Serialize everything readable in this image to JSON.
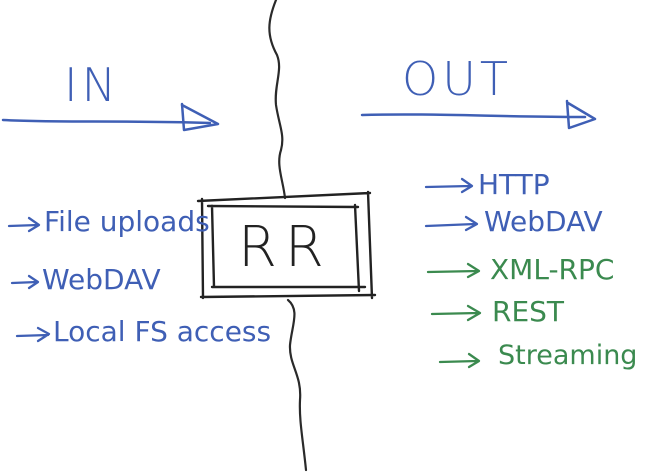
{
  "diagram": {
    "center_box": {
      "label": "RR"
    },
    "input_side": {
      "heading": "IN",
      "items": [
        {
          "label": "File uploads",
          "color": "#3f5fb5"
        },
        {
          "label": "WebDAV",
          "color": "#3f5fb5"
        },
        {
          "label": "Local FS access",
          "color": "#3f5fb5"
        }
      ]
    },
    "output_side": {
      "heading": "OUT",
      "items": [
        {
          "label": "HTTP",
          "color": "#3f5fb5"
        },
        {
          "label": "WebDAV",
          "color": "#3f5fb5"
        },
        {
          "label": "XML-RPC",
          "color": "#3b8a4f"
        },
        {
          "label": "REST",
          "color": "#3b8a4f"
        },
        {
          "label": "Streaming",
          "color": "#3b8a4f"
        }
      ]
    },
    "colors": {
      "ink_blue": "#3f5fb5",
      "ink_green": "#3b8a4f",
      "ink_black": "#222222"
    }
  }
}
